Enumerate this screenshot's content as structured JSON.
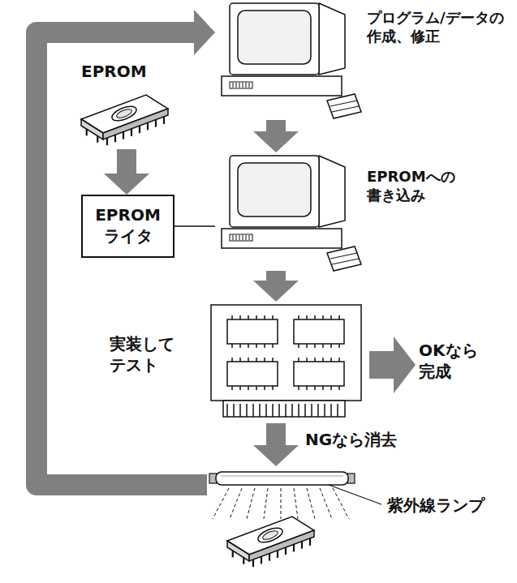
{
  "diagram": {
    "nodes": [
      {
        "text": [
          "プログラム/データの 作成、修正"
        ]
      },
      {
        "text": [
          "EPROM"
        ]
      },
      {
        "text": [
          "EPROMへの 書き込み"
        ]
      },
      {
        "text": [
          "EPROM ライタ"
        ]
      },
      {
        "text": [
          "実装して テスト"
        ]
      },
      {
        "text": [
          "紫外線ランプ"
        ]
      }
    ],
    "edges": [
      {
        "from": 0,
        "to": 2,
        "arrow": "to"
      },
      {
        "from": 1,
        "to": 3,
        "arrow": "to"
      },
      {
        "from": 3,
        "to": 2,
        "arrow": "none"
      },
      {
        "from": 2,
        "to": 4,
        "arrow": "to"
      },
      {
        "from": 4,
        "to": 5,
        "label": "NGなら消去",
        "arrow": "to"
      },
      {
        "from": 5,
        "to": 0,
        "arrow": "to"
      }
    ],
    "labels": [
      "OKなら 完成"
    ]
  }
}
